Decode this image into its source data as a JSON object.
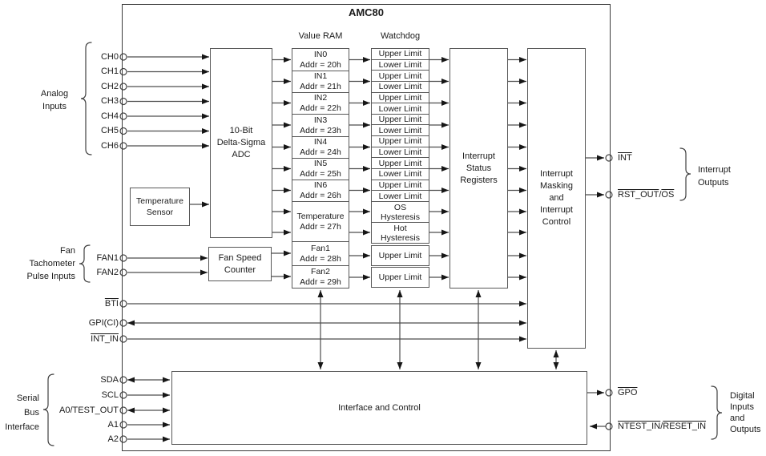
{
  "title": "AMC80",
  "column_headers": {
    "value_ram": "Value RAM",
    "watchdog": "Watchdog"
  },
  "blocks": {
    "adc": {
      "lines": [
        "10-Bit",
        "Delta-Sigma",
        "ADC"
      ]
    },
    "temperature_sensor": {
      "lines": [
        "Temperature",
        "Sensor"
      ]
    },
    "fan_speed_counter": {
      "lines": [
        "Fan Speed",
        "Counter"
      ]
    },
    "interrupt_status": {
      "lines": [
        "Interrupt",
        "Status",
        "Registers"
      ]
    },
    "interrupt_masking": {
      "lines": [
        "Interrupt",
        "Masking",
        "and",
        "Interrupt",
        "Control"
      ]
    },
    "interface_control": {
      "label": "Interface and Control"
    }
  },
  "value_ram": {
    "cells": [
      {
        "name": "IN0",
        "addr": "Addr = 20h"
      },
      {
        "name": "IN1",
        "addr": "Addr = 21h"
      },
      {
        "name": "IN2",
        "addr": "Addr = 22h"
      },
      {
        "name": "IN3",
        "addr": "Addr = 23h"
      },
      {
        "name": "IN4",
        "addr": "Addr = 24h"
      },
      {
        "name": "IN5",
        "addr": "Addr = 25h"
      },
      {
        "name": "IN6",
        "addr": "Addr = 26h"
      },
      {
        "name": "Temperature",
        "addr": "Addr = 27h"
      },
      {
        "name": "Fan1",
        "addr": "Addr = 28h"
      },
      {
        "name": "Fan2",
        "addr": "Addr = 29h"
      }
    ]
  },
  "watchdog": {
    "limit_pairs": [
      {
        "upper": "Upper Limit",
        "lower": "Lower Limit"
      },
      {
        "upper": "Upper Limit",
        "lower": "Lower Limit"
      },
      {
        "upper": "Upper Limit",
        "lower": "Lower Limit"
      },
      {
        "upper": "Upper Limit",
        "lower": "Lower Limit"
      },
      {
        "upper": "Upper Limit",
        "lower": "Lower Limit"
      },
      {
        "upper": "Upper Limit",
        "lower": "Lower Limit"
      },
      {
        "upper": "Upper Limit",
        "lower": "Lower Limit"
      }
    ],
    "os_hysteresis": {
      "lines": [
        "OS",
        "Hysteresis"
      ]
    },
    "hot_hysteresis": {
      "lines": [
        "Hot",
        "Hysteresis"
      ]
    },
    "fan1_limit": "Upper Limit",
    "fan2_limit": "Upper Limit"
  },
  "pins": {
    "analog": [
      "CH0",
      "CH1",
      "CH2",
      "CH3",
      "CH4",
      "CH5",
      "CH6"
    ],
    "fan": [
      "FAN1",
      "FAN2"
    ],
    "bti": "BTI",
    "gpi": "GPI(CI)",
    "int_in": "INT_IN",
    "serial": [
      "SDA",
      "SCL",
      "A0/TEST_OUT",
      "A1",
      "A2"
    ],
    "int_out": "INT",
    "rst_out": {
      "p1": "RST_OUT",
      "sep": "/",
      "p2": "OS"
    },
    "gpo": "GPO",
    "ntest": {
      "p1": "NTEST_IN",
      "sep": "/",
      "p2": "RESET_IN"
    }
  },
  "groups": {
    "analog": {
      "lines": [
        "Analog",
        "Inputs"
      ]
    },
    "fan": {
      "lines": [
        "Fan",
        "Tachometer",
        "Pulse Inputs"
      ]
    },
    "serial": {
      "lines": [
        "Serial",
        "Bus",
        "Interface"
      ]
    },
    "interrupt_outputs": {
      "lines": [
        "Interrupt",
        "Outputs"
      ]
    },
    "digital_io": {
      "lines": [
        "Digital",
        "Inputs",
        "and",
        "Outputs"
      ]
    }
  },
  "colors": {
    "line": "#4d4d4d",
    "arrow": "#161616",
    "text": "#1a1a1a",
    "background": "#ffffff"
  }
}
